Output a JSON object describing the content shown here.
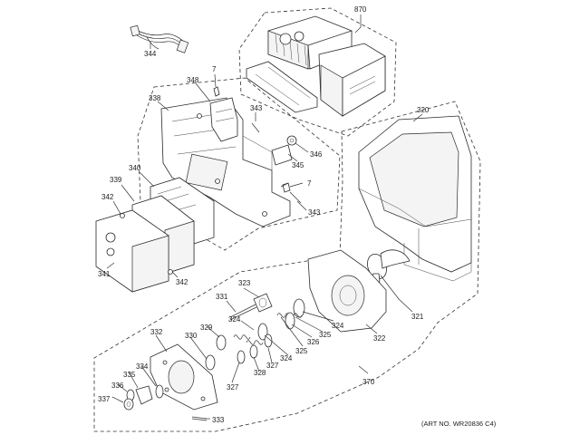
{
  "diagram": {
    "art_no": "(ART NO. WR20836 C4)",
    "labels": {
      "l870": "870",
      "l344": "344",
      "l7a": "7",
      "l348": "348",
      "l338": "338",
      "l343a": "343",
      "l346": "346",
      "l345": "345",
      "l7b": "7",
      "l343b": "343",
      "l339": "339",
      "l340": "340",
      "l342a": "342",
      "l341": "341",
      "l342b": "342",
      "l320": "320",
      "l321": "321",
      "l322": "322",
      "l323": "323",
      "l331": "331",
      "l324a": "324",
      "l324b": "324",
      "l324c": "324",
      "l325a": "325",
      "l325b": "325",
      "l326": "326",
      "l327a": "327",
      "l327b": "327",
      "l328": "328",
      "l329": "329",
      "l330": "330",
      "l332": "332",
      "l334": "334",
      "l335": "335",
      "l336": "336",
      "l337": "337",
      "l333": "333",
      "l370": "370"
    }
  }
}
